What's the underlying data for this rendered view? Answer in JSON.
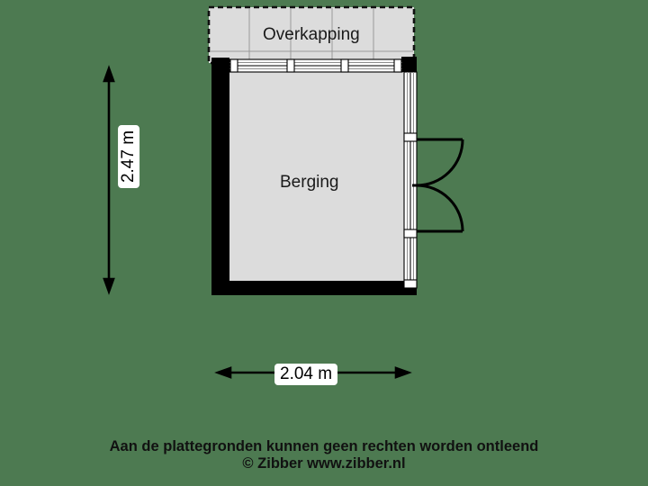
{
  "page": {
    "background_color": "#4d7a51",
    "type": "floorplan"
  },
  "floorplan": {
    "rooms": [
      {
        "name": "Berging",
        "label": "Berging",
        "fill_color": "#dcdcdc",
        "wall_color": "#000000"
      },
      {
        "name": "Overkapping",
        "label": "Overkapping",
        "fill_color": "#dcdcdc",
        "border_style": "dashed"
      }
    ],
    "dimensions": {
      "height_label": "2.47 m",
      "width_label": "2.04 m"
    },
    "openings": [
      {
        "name": "double-door",
        "wall": "right",
        "type": "double-swing"
      },
      {
        "name": "window-wall-top",
        "wall": "top",
        "type": "glazing"
      },
      {
        "name": "window-wall-right",
        "wall": "right",
        "type": "glazing"
      }
    ]
  },
  "caption": {
    "line1": "Aan de plattegronden kunnen geen rechten worden ontleend",
    "line2": "© Zibber www.zibber.nl"
  },
  "colors": {
    "background": "#4d7a51",
    "room_fill": "#dcdcdc",
    "wall": "#000000",
    "text": "#111111",
    "label_bg": "#ffffff"
  }
}
